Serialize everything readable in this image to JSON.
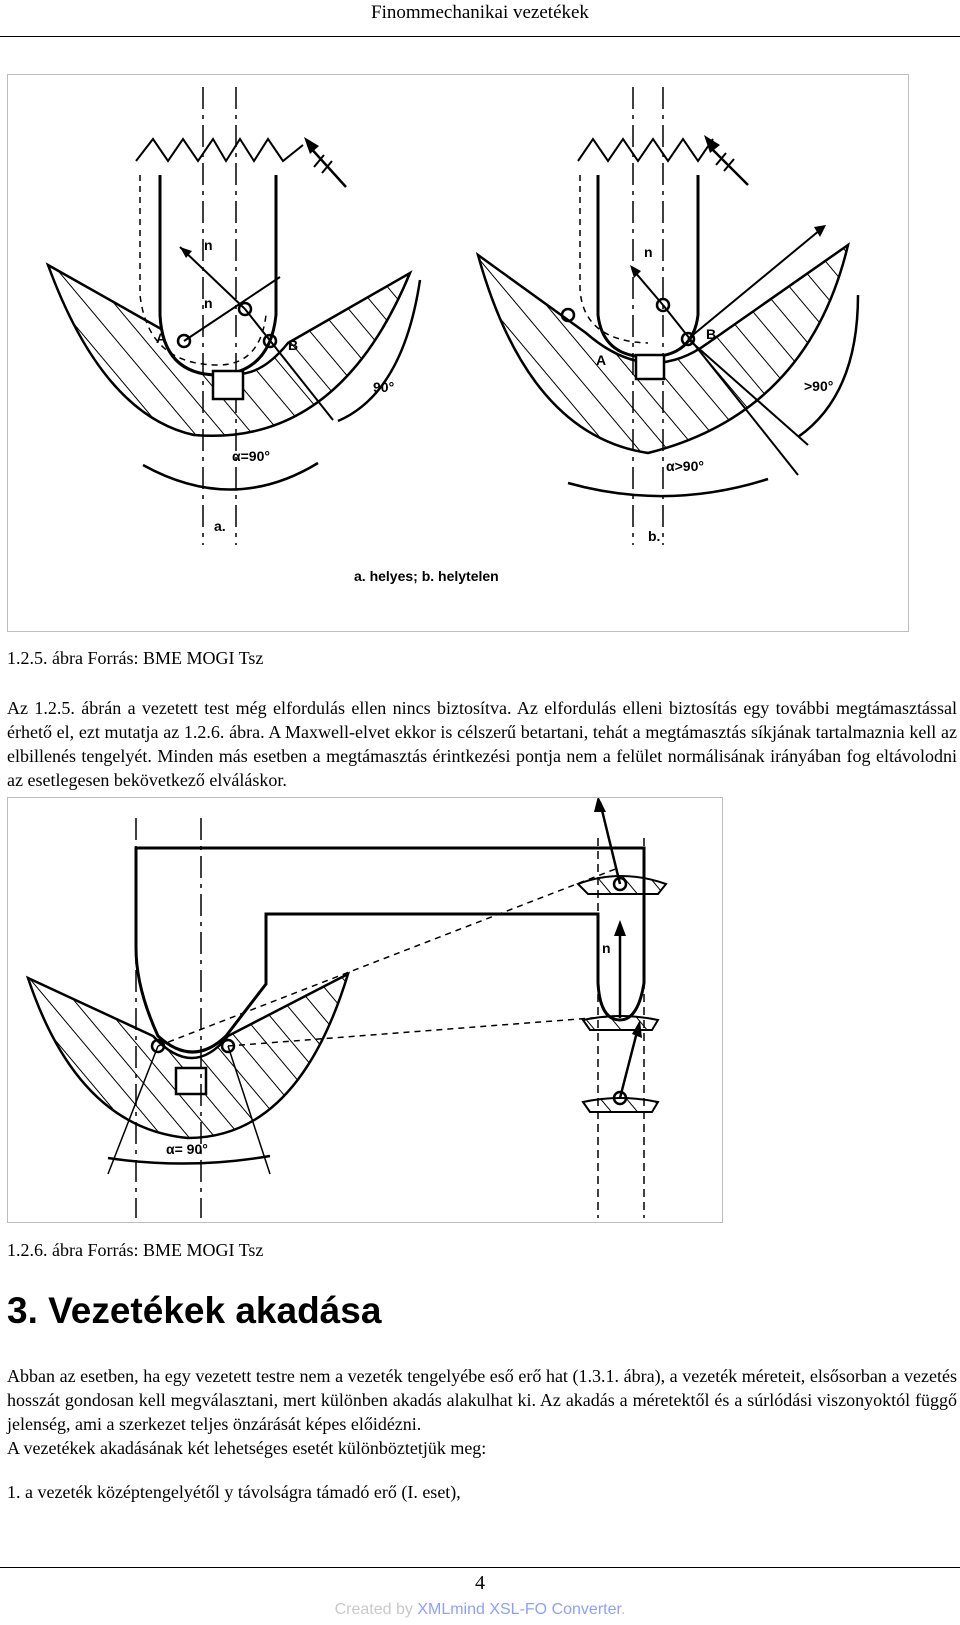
{
  "header": {
    "title": "Finommechanikai vezetékek"
  },
  "figure1": {
    "labels": {
      "n_upper_left": "n",
      "n_lower_left": "n",
      "a_left": "A",
      "b_left": "B",
      "angle_right_left": "90°",
      "alpha_left": "α=90°",
      "sub_a": "a.",
      "n_right": "n",
      "a_right": "A",
      "b_right": "B",
      "angle_right_right": ">90°",
      "alpha_right": "α>90°",
      "sub_b": "b.",
      "legend": "a. helyes; b. helytelen"
    },
    "caption": "1.2.5. ábra Forrás: BME MOGI Tsz"
  },
  "paragraph1": "Az 1.2.5. ábrán a vezetett test még elfordulás ellen nincs biztosítva. Az elfordulás elleni biztosítás egy további megtámasztással érhető el, ezt mutatja az 1.2.6. ábra. A Maxwell-elvet ekkor is célszerű betartani, tehát a megtámasztás síkjának tartalmaznia kell az elbillenés tengelyét. Minden más esetben a megtámasztás érintkezési pontja nem a felület normálisának irányában fog eltávolodni az esetlegesen bekövetkező elváláskor.",
  "figure2": {
    "labels": {
      "n": "n",
      "alpha": "α= 90°"
    },
    "caption": "1.2.6. ábra Forrás: BME MOGI Tsz"
  },
  "section": {
    "heading": "3. Vezetékek akadása"
  },
  "paragraph2": "Abban az esetben, ha egy vezetett testre nem a vezeték tengelyébe eső erő hat (1.3.1. ábra), a vezeték méreteit, elsősorban a vezetés hosszát gondosan kell megválasztani, mert különben akadás alakulhat ki. Az akadás a méretektől és a súrlódási viszonyoktól függő jelenség, ami a szerkezet teljes önzárását képes előidézni.",
  "paragraph3": "A vezetékek akadásának két lehetséges esetét különböztetjük meg:",
  "list_item1": "1. a vezeték középtengelyétől y távolságra támadó erő (I. eset),",
  "footer": {
    "page_number": "4",
    "credit_prefix": "Created by ",
    "credit_brand": "XMLmind XSL-FO Converter",
    "credit_suffix": "."
  }
}
